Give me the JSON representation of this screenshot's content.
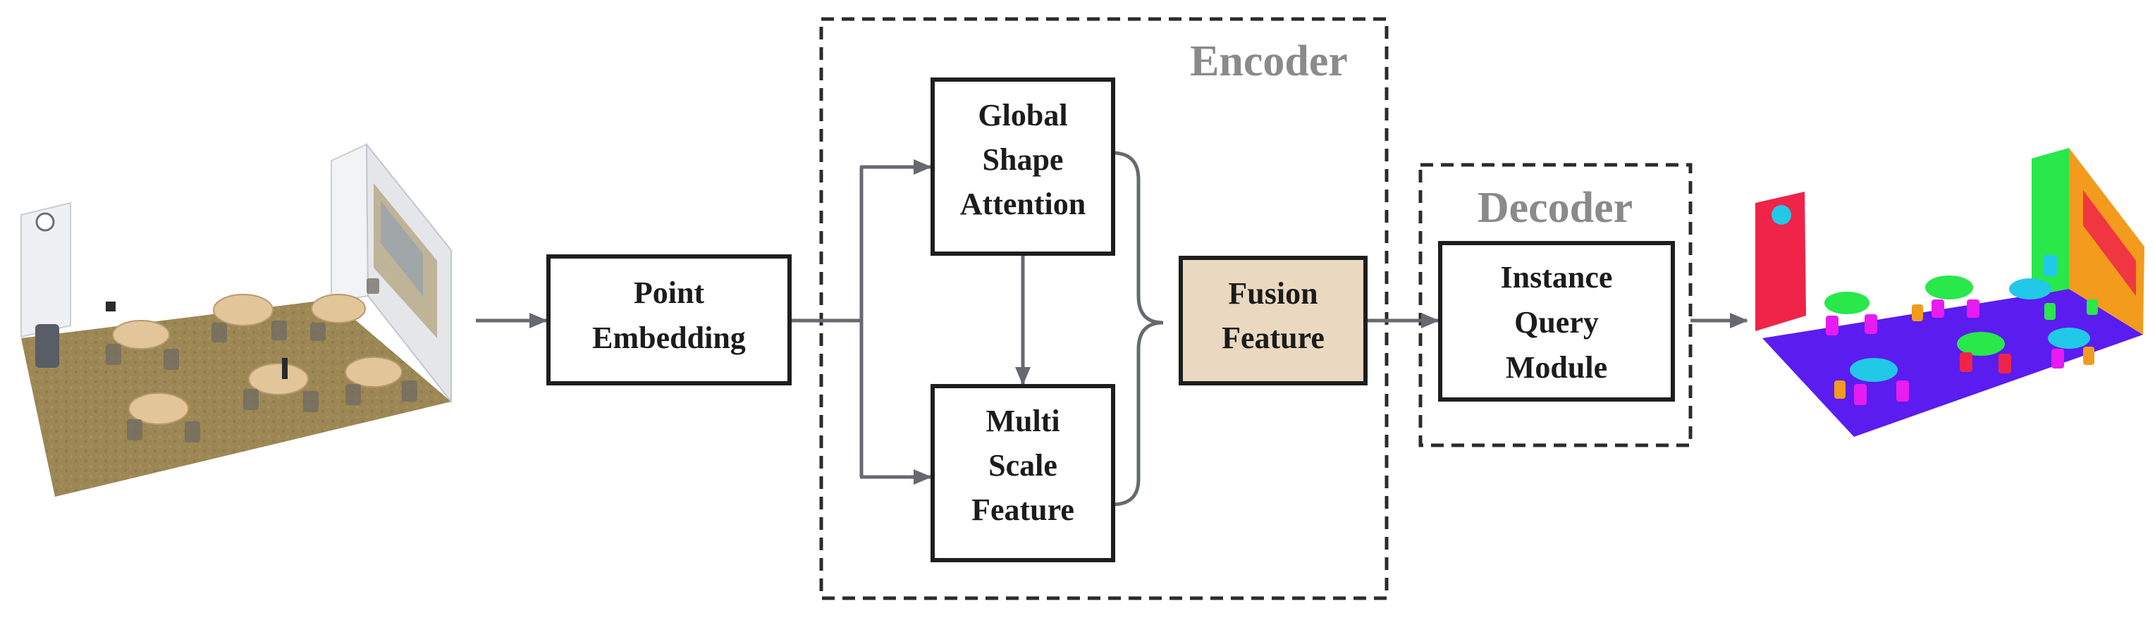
{
  "groups": {
    "encoder": {
      "title": "Encoder"
    },
    "decoder": {
      "title": "Decoder"
    }
  },
  "nodes": {
    "point_embedding": {
      "lines": [
        "Point",
        "Embedding"
      ]
    },
    "global_shape_attention": {
      "lines": [
        "Global",
        "Shape",
        "Attention"
      ]
    },
    "multi_scale_feature": {
      "lines": [
        "Multi",
        "Scale",
        "Feature"
      ]
    },
    "fusion_feature": {
      "lines": [
        "Fusion",
        "Feature"
      ]
    },
    "instance_query_module": {
      "lines": [
        "Instance",
        "Query",
        "Module"
      ]
    }
  },
  "colors": {
    "fusion_fill": "#ead8c0",
    "arrow": "#666a70",
    "group_title": "#8a8a8a",
    "seg_blue": "#5b1cf0",
    "seg_green": "#28e84a",
    "seg_cyan": "#22c8e8",
    "seg_magenta": "#e81cf0",
    "seg_orange": "#f29b1c",
    "seg_red": "#ef2448"
  },
  "images": {
    "input_cloud": {
      "icon": "point-cloud-scene-icon"
    },
    "output_segmentation": {
      "icon": "instance-segmentation-scene-icon"
    }
  }
}
